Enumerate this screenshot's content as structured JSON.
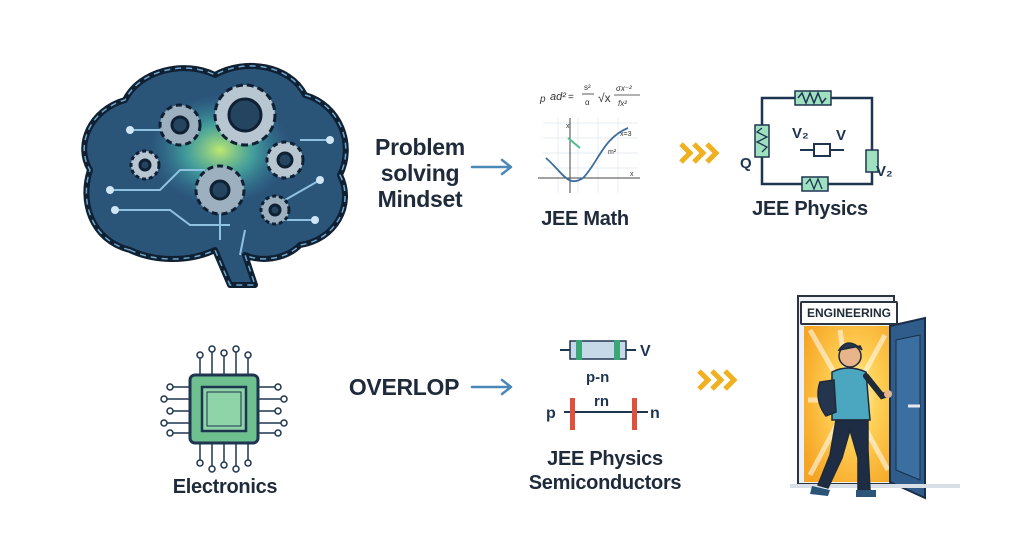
{
  "labels": {
    "mindset": [
      "Problem",
      "solving",
      "Mindset"
    ],
    "jee_math": "JEE Math",
    "jee_physics": "JEE Physics",
    "overlop": "OVERLOP",
    "electronics": "Electronics",
    "semiconductors": [
      "JEE Physics",
      "Semiconductors"
    ],
    "engineering": "ENGINEERING"
  },
  "circuit": {
    "q": "Q",
    "v2_top": "V₂",
    "v": "V",
    "v2_side": "V₂"
  },
  "semiconductor": {
    "v": "V",
    "pn": "p-n",
    "p": "p",
    "rn": "rn",
    "n": "n"
  },
  "math_formula": [
    "p",
    "ad²",
    "=",
    "s²",
    "α",
    "√x",
    "σx⁻²",
    "fx²"
  ],
  "graph_labels": [
    "x",
    "m²",
    "x=3",
    "x"
  ],
  "colors": {
    "dark_navy": "#1e3550",
    "arrow_blue": "#4a88b8",
    "chevron_orange": "#f0b020",
    "chip_green": "#6fc08f",
    "door_blue": "#2f5c8a",
    "resistor_green": "#3aa776",
    "diode_red": "#e0503c"
  }
}
